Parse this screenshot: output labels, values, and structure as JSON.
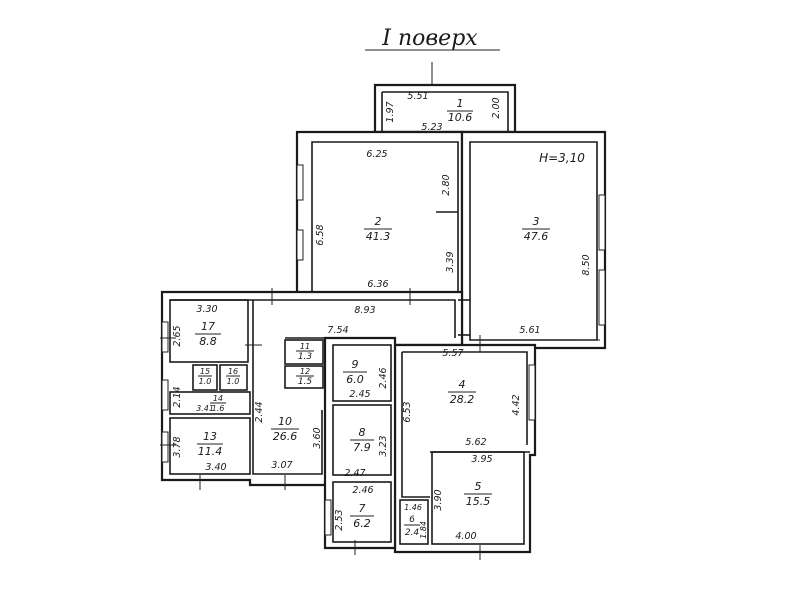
{
  "title": "I поверх",
  "height_note": "H=3,10",
  "rooms": [
    {
      "id": "r1",
      "number": "1",
      "area": "10.6"
    },
    {
      "id": "r2",
      "number": "2",
      "area": "41.3"
    },
    {
      "id": "r3",
      "number": "3",
      "area": "47.6"
    },
    {
      "id": "r4",
      "number": "4",
      "area": "28.2"
    },
    {
      "id": "r5",
      "number": "5",
      "area": "15.5"
    },
    {
      "id": "r6",
      "number": "6",
      "area": "2.4"
    },
    {
      "id": "r7",
      "number": "7",
      "area": "6.2"
    },
    {
      "id": "r8",
      "number": "8",
      "area": "7.9"
    },
    {
      "id": "r9",
      "number": "9",
      "area": "6.0"
    },
    {
      "id": "r10",
      "number": "10",
      "area": "26.6"
    },
    {
      "id": "r11",
      "number": "11",
      "area": "1.3"
    },
    {
      "id": "r12",
      "number": "12",
      "area": "1.5"
    },
    {
      "id": "r13",
      "number": "13",
      "area": "11.4"
    },
    {
      "id": "r14",
      "number": "14",
      "area": "1.6"
    },
    {
      "id": "r15",
      "number": "15",
      "area": "1.0"
    },
    {
      "id": "r16",
      "number": "16",
      "area": "1.0"
    },
    {
      "id": "r17",
      "number": "17",
      "area": "8.8"
    }
  ],
  "dimensions": [
    "5.51",
    "1.97",
    "2.00",
    "5.23",
    "6.25",
    "2.80",
    "6.58",
    "3.39",
    "6.36",
    "8.50",
    "5.61",
    "8.93",
    "7.54",
    "3.30",
    "2.65",
    "2.14",
    "3.41",
    "2.44",
    "3.78",
    "3.40",
    "3.07",
    "3.60",
    "2.46",
    "2.45",
    "3.23",
    "2.47",
    "2.46",
    "2.53",
    "5.57",
    "6.53",
    "4.42",
    "5.62",
    "3.95",
    "3.90",
    "4.00",
    "1.46",
    "1.84"
  ]
}
